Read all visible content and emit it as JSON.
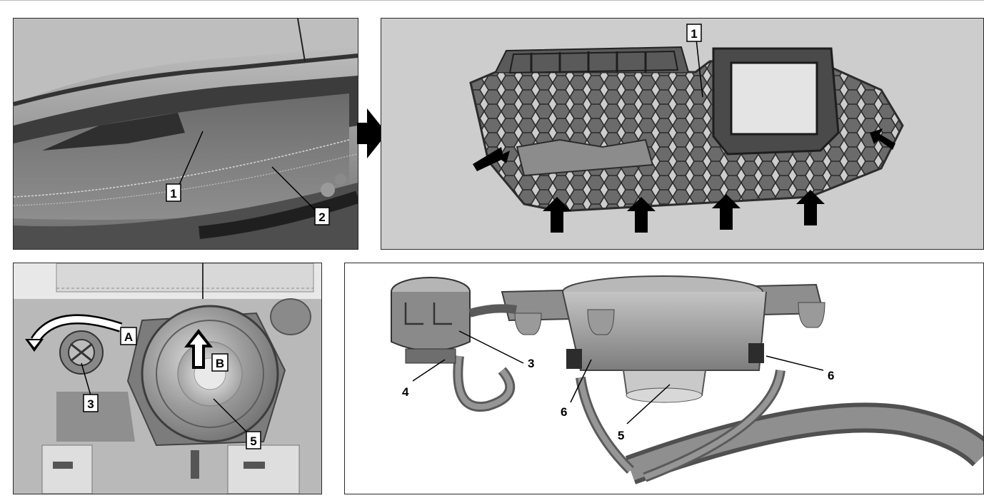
{
  "figure": {
    "panel_top_left": {
      "callouts": {
        "c1": "1",
        "c2": "2"
      }
    },
    "panel_top_right": {
      "callouts": {
        "c1": "1"
      }
    },
    "panel_bottom_left": {
      "callouts": {
        "c3": "3",
        "c5": "5",
        "a": "A",
        "b": "B"
      }
    },
    "panel_bottom_right": {
      "callouts": {
        "c3": "3",
        "c4": "4",
        "c5": "5",
        "c6a": "6",
        "c6b": "6"
      }
    }
  }
}
